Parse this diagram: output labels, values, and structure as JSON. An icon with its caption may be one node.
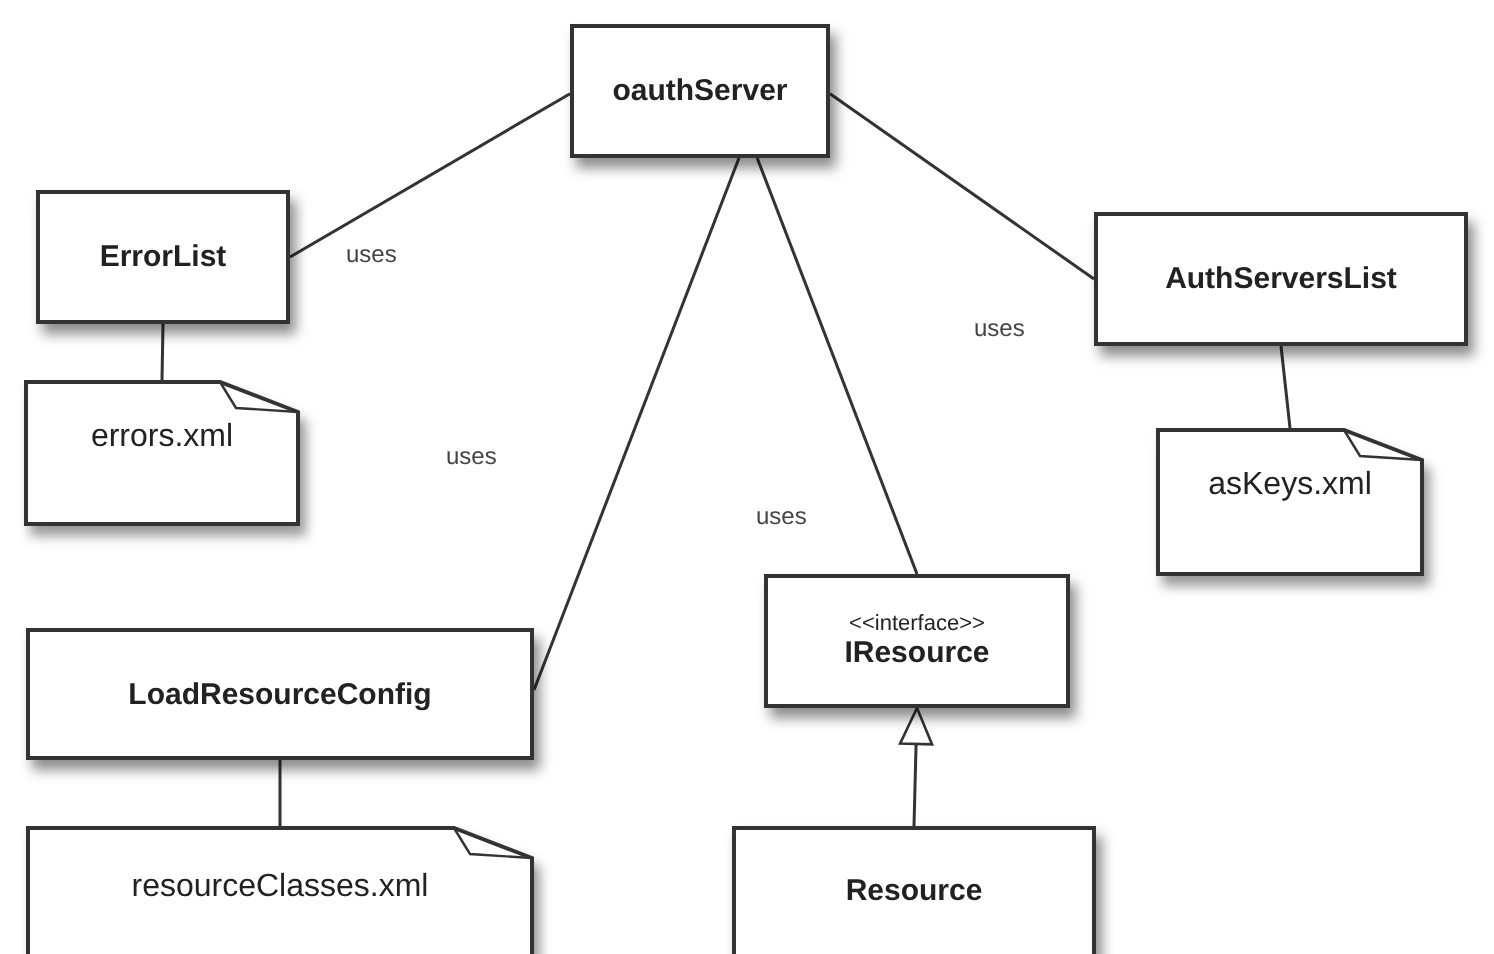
{
  "diagram": {
    "nodes": [
      {
        "text": [
          "oauthServer"
        ]
      },
      {
        "text": [
          "ErrorList"
        ]
      },
      {
        "text": [
          "AuthServersList"
        ]
      },
      {
        "text": [
          "errors.xml"
        ]
      },
      {
        "text": [
          "asKeys.xml"
        ]
      },
      {
        "text": [
          "<<interface>>",
          "IResource"
        ]
      },
      {
        "text": [
          "LoadResourceConfig"
        ]
      },
      {
        "text": [
          "resourceClasses.xml"
        ]
      },
      {
        "text": [
          "Resource"
        ]
      }
    ],
    "edges": [
      {
        "from": 0,
        "to": 1,
        "arrow": "none",
        "label": "uses"
      },
      {
        "from": 0,
        "to": 2,
        "arrow": "none",
        "label": "uses"
      },
      {
        "from": 0,
        "to": 6,
        "arrow": "none",
        "label": "uses"
      },
      {
        "from": 0,
        "to": 5,
        "arrow": "none",
        "label": "uses"
      },
      {
        "from": 1,
        "to": 3,
        "arrow": "none"
      },
      {
        "from": 2,
        "to": 4,
        "arrow": "none"
      },
      {
        "from": 6,
        "to": 7,
        "arrow": "none"
      },
      {
        "from": 8,
        "to": 5,
        "arrow": "to"
      }
    ]
  }
}
